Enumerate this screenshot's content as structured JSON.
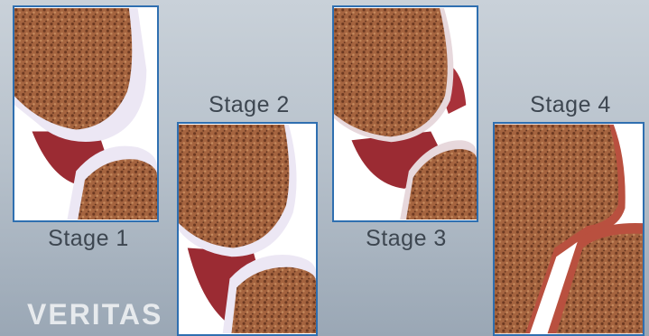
{
  "stages": [
    {
      "label": "Stage 1"
    },
    {
      "label": "Stage 2"
    },
    {
      "label": "Stage 3"
    },
    {
      "label": "Stage 4"
    }
  ],
  "watermark": "VERITAS",
  "colors": {
    "border": "#2f6fb0",
    "bone": "#a5643f",
    "cartilage": "#ece7f4",
    "synovium": "#9b2b33",
    "background": "#b8c2cc"
  }
}
